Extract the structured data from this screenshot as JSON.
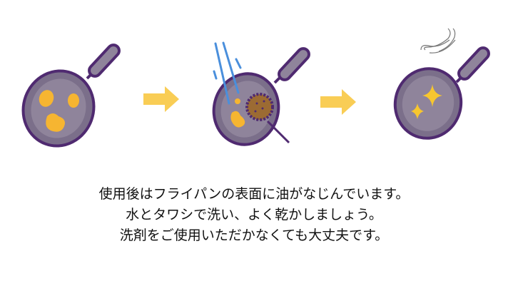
{
  "colors": {
    "pan_outline": "#4f2a70",
    "pan_rim": "#7b6f8a",
    "pan_inner": "#8f849b",
    "oil": "#f6b531",
    "arrow": "#f9cd55",
    "water": "#4a8fdc",
    "scrubber": "#9c6b33",
    "sparkle": "#f7c62f"
  },
  "steps": [
    {
      "name": "oily-pan"
    },
    {
      "name": "washing-pan"
    },
    {
      "name": "dry-pan"
    }
  ],
  "caption": {
    "line1": "使用後はフライパンの表面に油がなじんでいます。",
    "line2": "水とタワシで洗い、よく乾かしましょう。",
    "line3": "洗剤をご使用いただかなくても大丈夫です。"
  }
}
